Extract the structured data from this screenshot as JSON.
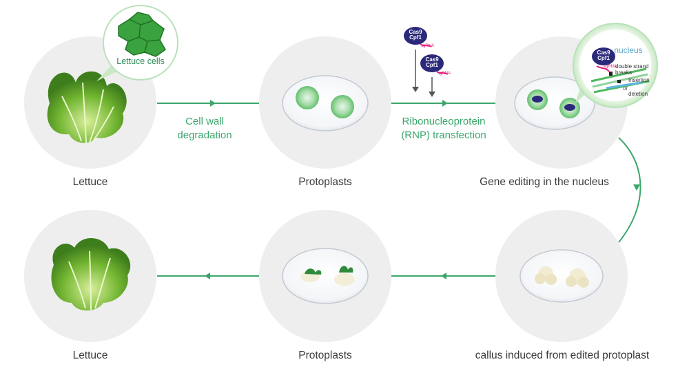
{
  "stages_top": [
    {
      "label": "Lettuce"
    },
    {
      "label": "Protoplasts"
    },
    {
      "label": "Gene editing in the nucleus"
    }
  ],
  "stages_bottom": [
    {
      "label": "Lettuce"
    },
    {
      "label": "Protoplasts"
    },
    {
      "label": "callus induced from edited protoplast"
    }
  ],
  "steps": {
    "cell_wall": [
      "Cell wall",
      "degradation"
    ],
    "rnp": [
      "Ribonucleoprotein",
      "(RNP) transfection"
    ]
  },
  "callouts": {
    "lettuce_cells": "Lettuce cells",
    "nucleus": "nucleus",
    "enzyme_1": "Cas9",
    "enzyme_2": "Cpf1",
    "guide": "sgRNA",
    "double_strand": "double strand",
    "breaks": "breaks",
    "insertion": "Insertion",
    "or": "or",
    "deletion": "deletion"
  },
  "colors": {
    "circle_bg": "#eeeeee",
    "arrow": "#3aa66b",
    "label": "#3a3a3a",
    "enzyme": "#2b2a7a",
    "guide": "#e0207f"
  }
}
